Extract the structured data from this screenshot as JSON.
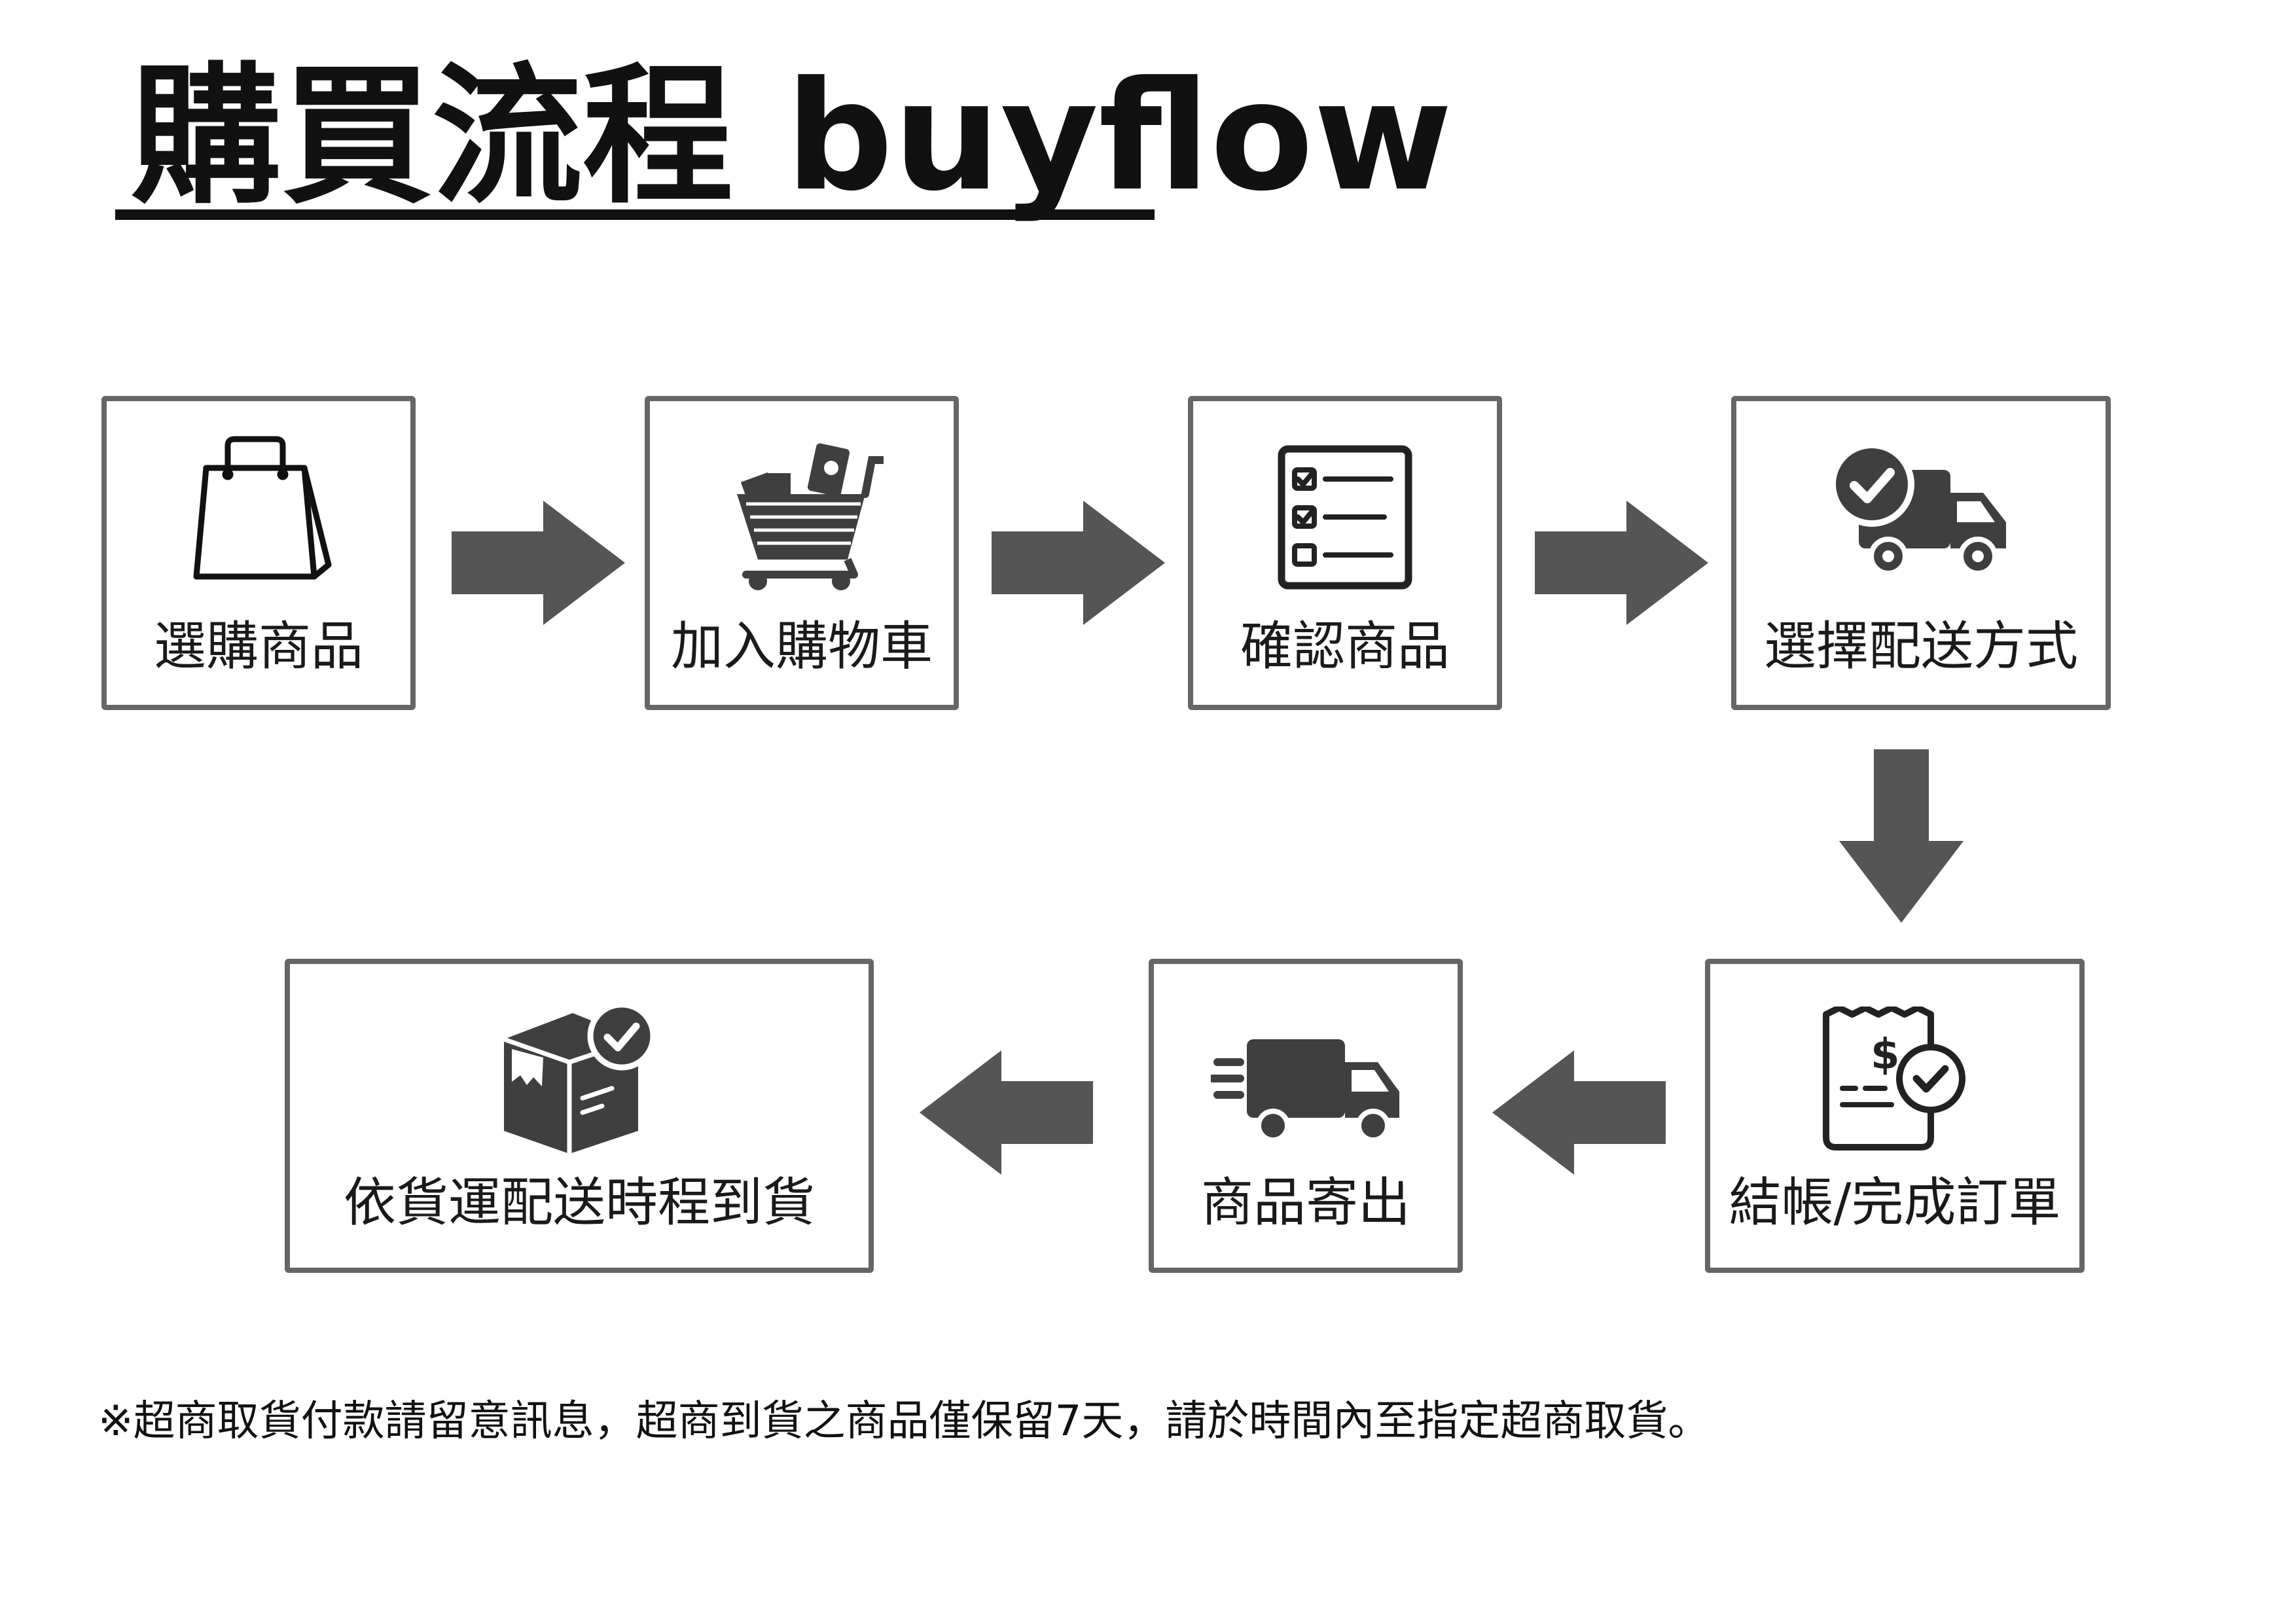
{
  "title": "購買流程 buyflow",
  "steps": [
    {
      "label": "選購商品",
      "icon": "shopping-bag-icon"
    },
    {
      "label": "加入購物車",
      "icon": "shopping-cart-icon"
    },
    {
      "label": "確認商品",
      "icon": "checklist-icon"
    },
    {
      "label": "選擇配送方式",
      "icon": "delivery-truck-check-icon"
    },
    {
      "label": "結帳/完成訂單",
      "icon": "receipt-check-icon"
    },
    {
      "label": "商品寄出",
      "icon": "fast-truck-icon"
    },
    {
      "label": "依貨運配送時程到貨",
      "icon": "package-check-icon"
    }
  ],
  "note": "※超商取貨付款請留意訊息，超商到貨之商品僅保留7天，請於時間內至指定超商取貨。",
  "colors": {
    "ink": "#111111",
    "box_border": "#666666",
    "arrow": "#555555",
    "icon": "#3f3f3f",
    "icon_dark": "#222222"
  }
}
